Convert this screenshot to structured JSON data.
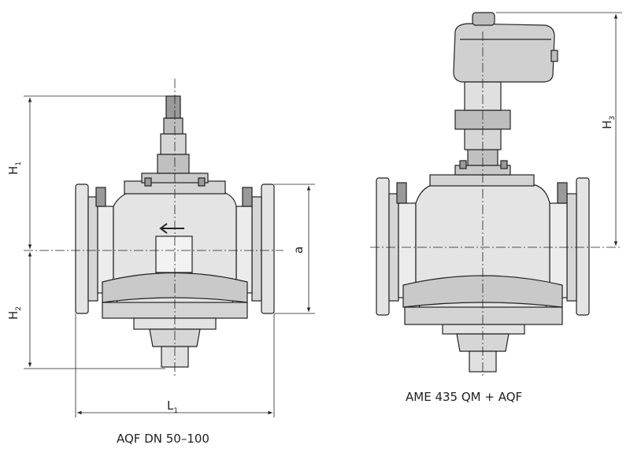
{
  "captions": {
    "left": "AQF DN 50–100",
    "right": "AME 435 QM + AQF"
  },
  "dimensions": {
    "h1": {
      "letter": "H",
      "sub": "1"
    },
    "h2": {
      "letter": "H",
      "sub": "2"
    },
    "h3": {
      "letter": "H",
      "sub": "3"
    },
    "l1": {
      "letter": "L",
      "sub": "1"
    },
    "a": "a"
  },
  "colors": {
    "line": "#222222",
    "fill_light": "#e4e4e4",
    "fill_mid": "#c9c9c9",
    "fill_dark": "#9a9a9a",
    "actuator": "#d0d0d0"
  }
}
